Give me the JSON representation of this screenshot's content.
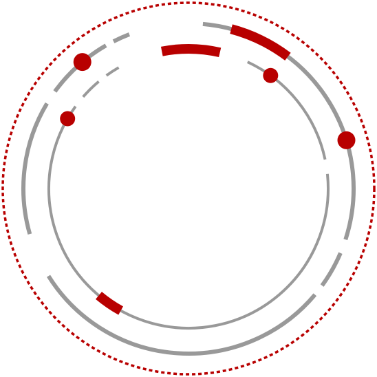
{
  "colors": {
    "background": "#ffffff",
    "ring_gray": "#999999",
    "accent_red": "#b80000"
  },
  "graphic": {
    "outer_dotted_ring": {
      "style": "dotted",
      "color": "accent_red"
    },
    "middle_ring": {
      "style": "broken-arcs",
      "color": "ring_gray"
    },
    "inner_ring": {
      "style": "broken-arcs",
      "color": "ring_gray"
    },
    "red_markers": [
      "dot",
      "dot",
      "dot",
      "dot"
    ],
    "red_arc_highlights": [
      "arc",
      "arc",
      "arc"
    ]
  }
}
